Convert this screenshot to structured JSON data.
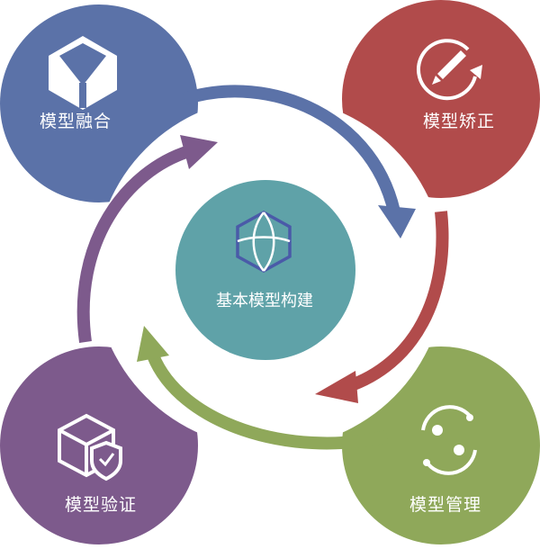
{
  "nodes": {
    "center": {
      "label": "基本模型构建",
      "color": "#5fa2a8",
      "icon": "hexagon-sphere-icon"
    },
    "top_left": {
      "label": "模型融合",
      "color": "#5b72a8",
      "icon": "cube-split-icon"
    },
    "top_right": {
      "label": "模型矫正",
      "color": "#b14b4b",
      "icon": "edit-refresh-icon"
    },
    "bottom_right": {
      "label": "模型管理",
      "color": "#8fa85a",
      "icon": "manage-cycle-icon"
    },
    "bottom_left": {
      "label": "模型验证",
      "color": "#7d5a8c",
      "icon": "cube-shield-icon"
    }
  },
  "arrows": {
    "fusion_to_correction": "#5b72a8",
    "correction_to_management": "#b14b4b",
    "management_to_validation": "#8fa85a",
    "validation_to_fusion": "#7d5a8c"
  }
}
